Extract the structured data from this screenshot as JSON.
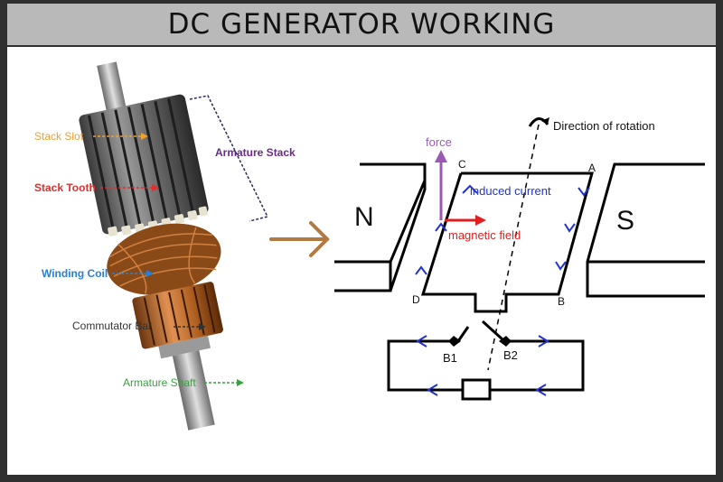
{
  "title": "DC GENERATOR WORKING",
  "armature_labels": {
    "stack_slot": "Stack Slot",
    "stack_tooth": "Stack Tooth",
    "armature_stack": "Armature Stack",
    "winding_coil": "Winding Coil",
    "commutator_bar": "Commutator Bar",
    "armature_shaft": "Armature Shaft"
  },
  "diagram": {
    "pole_n": "N",
    "pole_s": "S",
    "direction_of_rotation": "Direction of rotation",
    "force": "force",
    "magnetic_field": "magnetic field",
    "induced_current": "induced current",
    "corner_a": "A",
    "corner_b": "B",
    "corner_c": "C",
    "corner_d": "D",
    "brush_b1": "B1",
    "brush_b2": "B2"
  },
  "colors": {
    "title_bg": "#b9b9b9",
    "frame": "#303030",
    "slot_label": "#f0a030",
    "tooth_label": "#e03030",
    "stack_label": "#6a2a8a",
    "coil_label": "#2a80d0",
    "commutator_label": "#333333",
    "shaft_label": "#3aa040",
    "force": "#9b59b6",
    "magnetic_field": "#e02020",
    "current_arrows": "#2233cc",
    "pointer_arrow": "#b07a40"
  }
}
